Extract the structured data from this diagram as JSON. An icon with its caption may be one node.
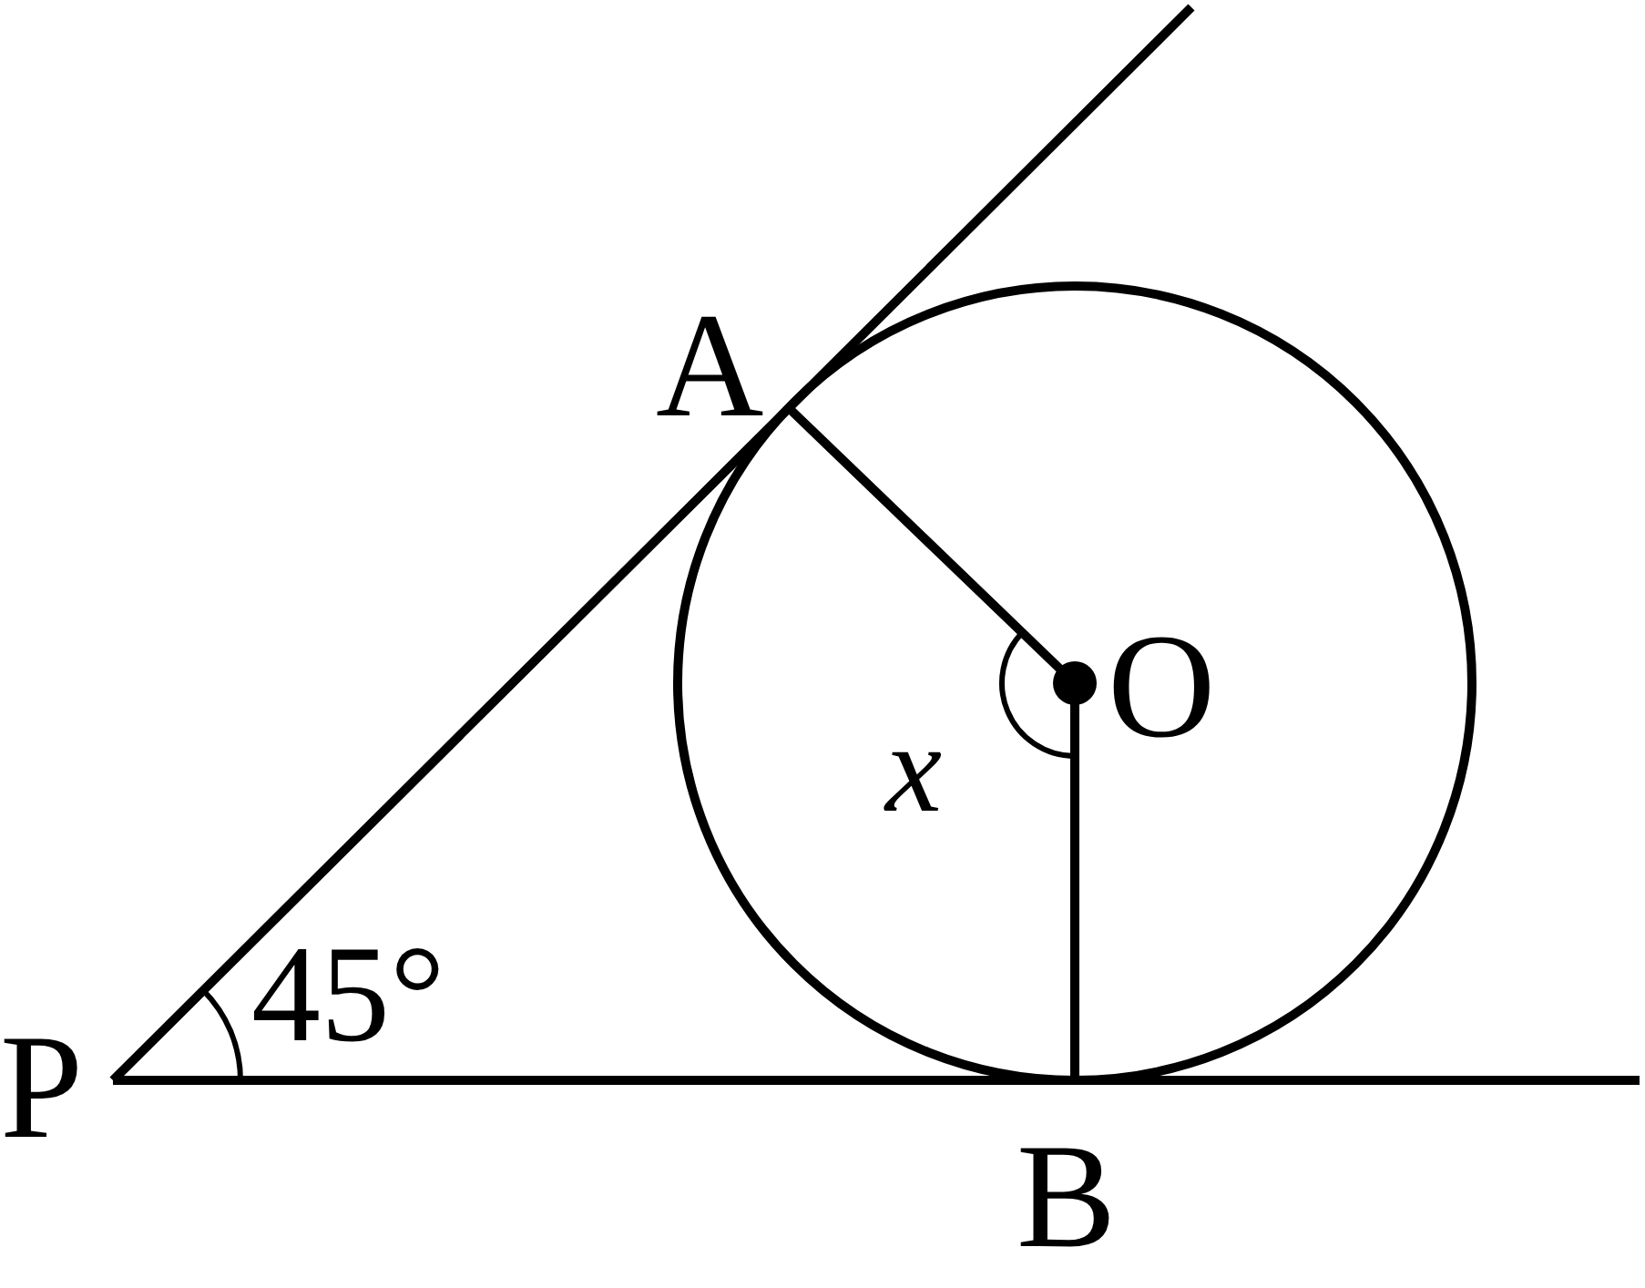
{
  "diagram": {
    "nodes": [
      {
        "text": [
          "A"
        ]
      },
      {
        "text": [
          "O"
        ]
      },
      {
        "text": [
          "P"
        ]
      },
      {
        "text": [
          "B"
        ]
      }
    ],
    "edges": [
      {
        "from": 2,
        "to": 0,
        "arrow": "none"
      },
      {
        "from": 2,
        "to": 3,
        "arrow": "none"
      },
      {
        "from": 1,
        "to": 0,
        "arrow": "none"
      },
      {
        "from": 1,
        "to": 3,
        "arrow": "none"
      }
    ],
    "labels": [
      "45°",
      "x"
    ]
  }
}
